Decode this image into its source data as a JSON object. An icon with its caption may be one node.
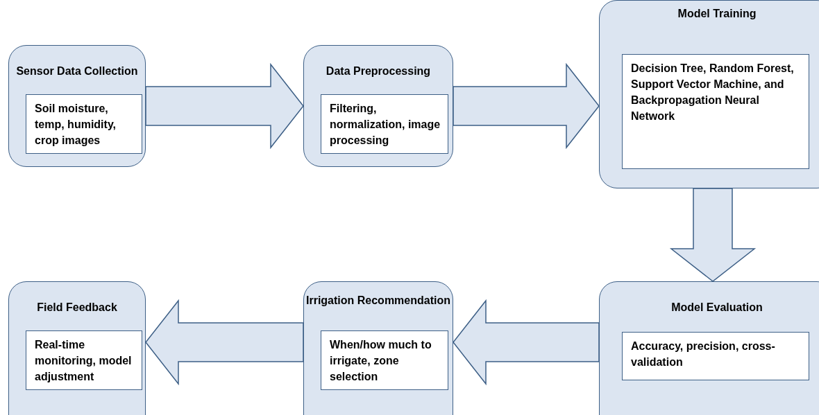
{
  "diagram": {
    "nodes": [
      {
        "text": [
          "Sensor Data Collection"
        ]
      },
      {
        "text": [
          "Soil moisture, temp, humidity, crop images"
        ],
        "in": 0
      },
      {
        "text": [
          "Data Preprocessing"
        ]
      },
      {
        "text": [
          "Filtering, normalization, image processing"
        ],
        "in": 2
      },
      {
        "text": [
          "Model Training"
        ]
      },
      {
        "text": [
          "Decision Tree, Random Forest, Support Vector Machine, and Backpropagation Neural Network"
        ],
        "in": 4
      },
      {
        "text": [
          "Field Feedback"
        ]
      },
      {
        "text": [
          "Real-time monitoring, model adjustment"
        ],
        "in": 6
      },
      {
        "text": [
          "Irrigation Recommendation"
        ]
      },
      {
        "text": [
          "When/how much to irrigate, zone selection"
        ],
        "in": 8
      },
      {
        "text": [
          "Model Evaluation"
        ]
      },
      {
        "text": [
          "Accuracy, precision, cross-validation"
        ],
        "in": 10
      }
    ],
    "edges": [
      {
        "from": 0,
        "to": 2,
        "arrow": "to"
      },
      {
        "from": 2,
        "to": 4,
        "arrow": "to"
      },
      {
        "from": 4,
        "to": 10,
        "arrow": "to"
      },
      {
        "from": 10,
        "to": 8,
        "arrow": "to"
      },
      {
        "from": 8,
        "to": 6,
        "arrow": "to"
      }
    ]
  }
}
